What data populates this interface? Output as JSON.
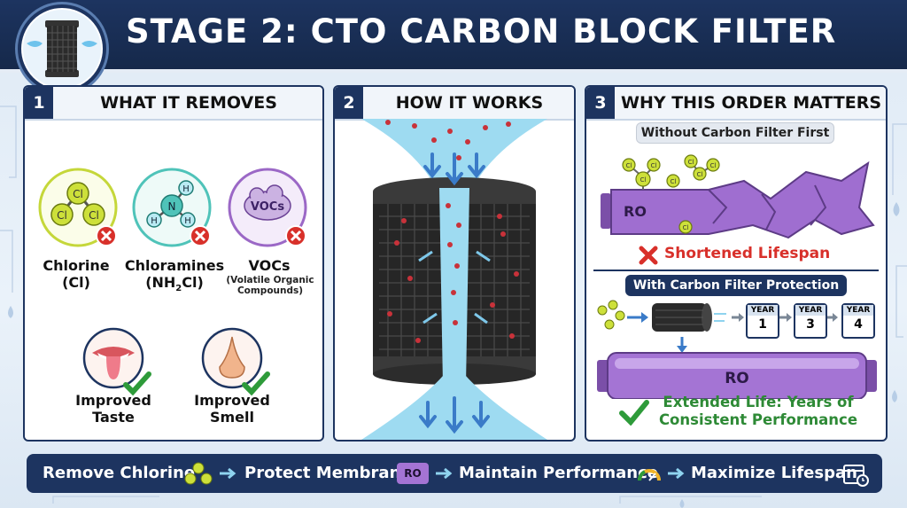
{
  "header": {
    "title": "STAGE 2: CTO CARBON BLOCK FILTER"
  },
  "panel1": {
    "number": "1",
    "title": "WHAT IT REMOVES",
    "chlorine": {
      "name": "Chlorine",
      "formula": "(Cl)",
      "atom": "Cl"
    },
    "chloramines": {
      "name": "Chloramines",
      "formula": "(NH",
      "formula_sub": "2",
      "formula_end": "Cl)",
      "atom_n": "N",
      "atom_h": "H"
    },
    "vocs": {
      "name": "VOCs",
      "desc": "(Volatile Organic Compounds)",
      "bubble": "VOCs"
    },
    "taste": {
      "line1": "Improved",
      "line2": "Taste"
    },
    "smell": {
      "line1": "Improved",
      "line2": "Smell"
    }
  },
  "panel2": {
    "number": "2",
    "title": "HOW IT WORKS"
  },
  "panel3": {
    "number": "3",
    "title": "WHY THIS ORDER MATTERS",
    "without_label": "Without Carbon Filter First",
    "ro_label": "RO",
    "shortened": "Shortened Lifespan",
    "with_label": "With Carbon Filter Protection",
    "years": [
      {
        "label": "YEAR",
        "num": "1"
      },
      {
        "label": "YEAR",
        "num": "3"
      },
      {
        "label": "YEAR",
        "num": "4"
      }
    ],
    "extended_line1": "Extended Life: Years of",
    "extended_line2": "Consistent Performance"
  },
  "bottom": {
    "step1": "Remove Chlorine",
    "step2": "Protect Membrane",
    "step2_icon": "RO",
    "step3": "Maintain Performance",
    "step4": "Maximize Lifespan"
  },
  "colors": {
    "navy": "#1d3460",
    "chlorine_yellow": "#cde03a",
    "chloramine_teal": "#4fc3b9",
    "voc_purple": "#9b68c6",
    "red_x": "#d8302a",
    "green_check": "#2e9b3a",
    "water_blue": "#8fd3ef"
  }
}
